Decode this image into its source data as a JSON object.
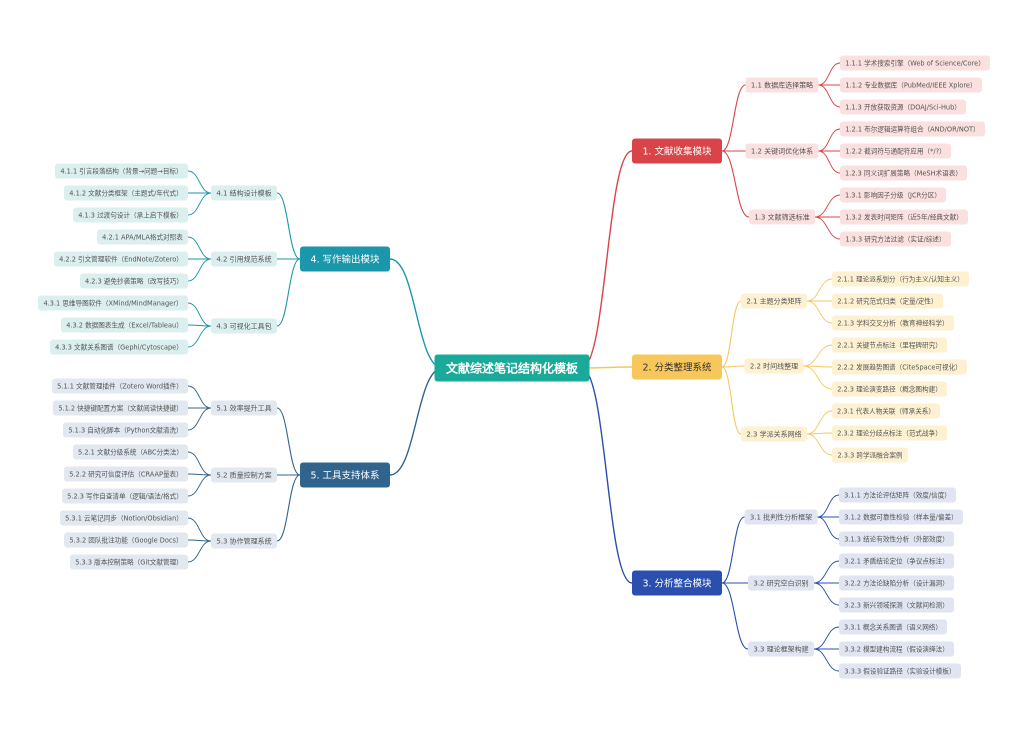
{
  "mindmap": {
    "root": {
      "label": "文献综述笔记结构化模板",
      "color": "#1aaa99"
    },
    "branches": [
      {
        "label": "1. 文献收集模块",
        "color": "#d94448",
        "leaf_bg": "#fbe0e0",
        "children": [
          {
            "label": "1.1 数据库选择策略",
            "children": [
              "1.1.1 学术搜索引擎（Web of Science/Core）",
              "1.1.2 专业数据库（PubMed/IEEE Xplore）",
              "1.1.3 开放获取资源（DOAJ/Sci-Hub）"
            ]
          },
          {
            "label": "1.2 关键词优化体系",
            "children": [
              "1.2.1 布尔逻辑运算符组合（AND/OR/NOT）",
              "1.2.2 截词符与通配符应用（*/?）",
              "1.2.3 同义词扩展策略（MeSH术语表）"
            ]
          },
          {
            "label": "1.3 文献筛选标准",
            "children": [
              "1.3.1 影响因子分级（JCR分区）",
              "1.3.2 发表时间矩阵（近5年/经典文献）",
              "1.3.3 研究方法过滤（实证/综述）"
            ]
          }
        ]
      },
      {
        "label": "2. 分类整理系统",
        "color": "#f7c75c",
        "leaf_bg": "#fdf1d2",
        "children": [
          {
            "label": "2.1 主题分类矩阵",
            "children": [
              "2.1.1 理论派系划分（行为主义/认知主义）",
              "2.1.2 研究范式归类（定量/定性）",
              "2.1.3 学科交叉分析（教育神经科学）"
            ]
          },
          {
            "label": "2.2 时间线整理",
            "children": [
              "2.2.1 关键节点标注（里程碑研究）",
              "2.2.2 发展趋势图谱（CiteSpace可视化）",
              "2.2.3 理论演变路径（概念图构建）"
            ]
          },
          {
            "label": "2.3 学派关系网络",
            "children": [
              "2.3.1 代表人物关联（师承关系）",
              "2.3.2 理论分歧点标注（范式战争）",
              "2.3.3 跨学派融合案例"
            ]
          }
        ]
      },
      {
        "label": "3. 分析整合模块",
        "color": "#2a4fae",
        "leaf_bg": "#e1e5f2",
        "children": [
          {
            "label": "3.1 批判性分析框架",
            "children": [
              "3.1.1 方法论评估矩阵（效度/信度）",
              "3.1.2 数据可靠性检验（样本量/偏差）",
              "3.1.3 结论有效性分析（外部效度）"
            ]
          },
          {
            "label": "3.2 研究空白识别",
            "children": [
              "3.2.1 矛盾结论定位（争议点标注）",
              "3.2.2 方法论缺陷分析（设计漏洞）",
              "3.2.3 新兴领域探测（文献间检测）"
            ]
          },
          {
            "label": "3.3 理论框架构建",
            "children": [
              "3.3.1 概念关系图谱（语义网络）",
              "3.3.2 模型建构流程（假设演绎法）",
              "3.3.3 假设验证路径（实验设计模板）"
            ]
          }
        ]
      },
      {
        "label": "4. 写作输出模块",
        "color": "#1a97ab",
        "leaf_bg": "#dcefef",
        "children": [
          {
            "label": "4.1 结构设计模板",
            "children": [
              "4.1.1 引言段落结构（背景→问题→目标）",
              "4.1.2 文献分类框架（主题式/年代式）",
              "4.1.3 过渡句设计（承上启下模板）"
            ]
          },
          {
            "label": "4.2 引用规范系统",
            "children": [
              "4.2.1 APA/MLA格式对照表",
              "4.2.2 引文管理软件（EndNote/Zotero）",
              "4.2.3 避免抄袭策略（改写技巧）"
            ]
          },
          {
            "label": "4.3 可视化工具包",
            "children": [
              "4.3.1 思维导图软件（XMind/MindManager）",
              "4.3.2 数据图表生成（Excel/Tableau）",
              "4.3.3 文献关系图谱（Gephi/Cytoscape）"
            ]
          }
        ]
      },
      {
        "label": "5. 工具支持体系",
        "color": "#31648c",
        "leaf_bg": "#e1e8f0",
        "children": [
          {
            "label": "5.1 效率提升工具",
            "children": [
              "5.1.1 文献管理插件（Zotero Word插件）",
              "5.1.2 快捷键配置方案（文献阅读快捷键）",
              "5.1.3 自动化脚本（Python文献清洗）"
            ]
          },
          {
            "label": "5.2 质量控制方案",
            "children": [
              "5.2.1 文献分级系统（ABC分类法）",
              "5.2.2 研究可信度评估（CRAAP量表）",
              "5.2.3 写作自查清单（逻辑/语法/格式）"
            ]
          },
          {
            "label": "5.3 协作管理系统",
            "children": [
              "5.3.1 云笔记同步（Notion/Obsidian）",
              "5.3.2 团队批注功能（Google Docs）",
              "5.3.3 版本控制策略（Git文献管理）"
            ]
          }
        ]
      }
    ]
  }
}
